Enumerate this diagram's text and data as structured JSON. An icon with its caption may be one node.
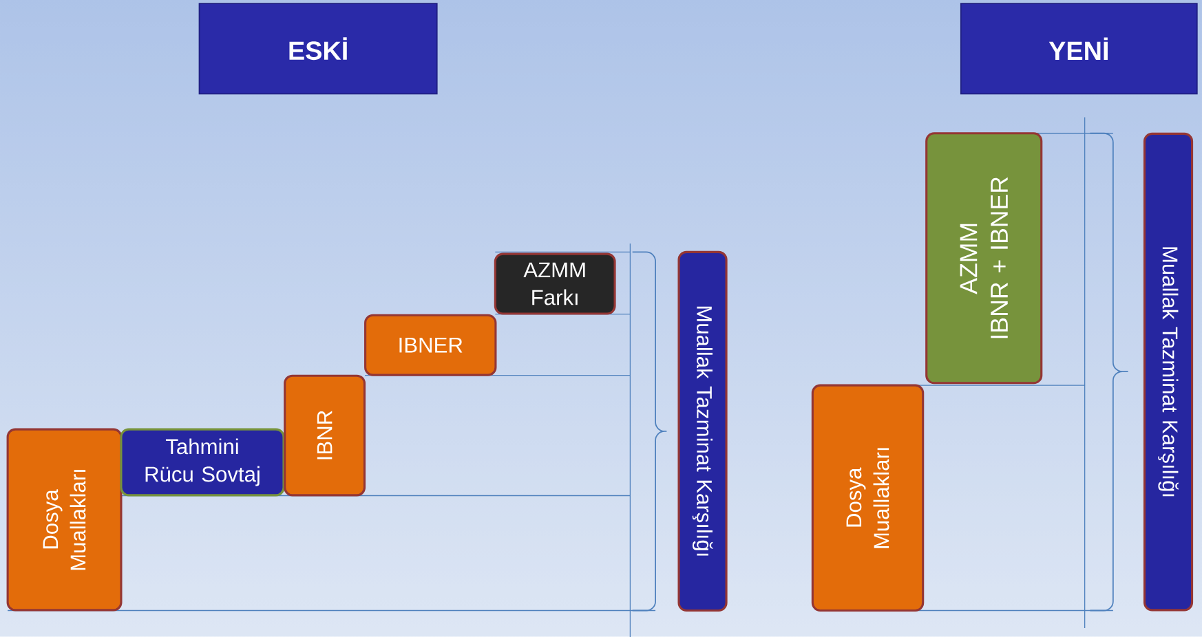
{
  "diagram": {
    "nodes": [
      {
        "text": [
          "ESKİ"
        ]
      },
      {
        "text": [
          "YENİ"
        ]
      },
      {
        "text": [
          "Dosya Muallakları"
        ]
      },
      {
        "text": [
          "Tahmini Rücu Sovtaj"
        ]
      },
      {
        "text": [
          "IBNR"
        ]
      },
      {
        "text": [
          "IBNER"
        ]
      },
      {
        "text": [
          "AZMM Farkı"
        ]
      },
      {
        "text": [
          "Muallak Tazminat Karşılığı"
        ]
      },
      {
        "text": [
          "AZMM",
          "IBNR + IBNER"
        ]
      },
      {
        "text": [
          "Dosya Muallakları"
        ]
      },
      {
        "text": [
          "Muallak Tazminat Karşılığı"
        ]
      }
    ]
  }
}
